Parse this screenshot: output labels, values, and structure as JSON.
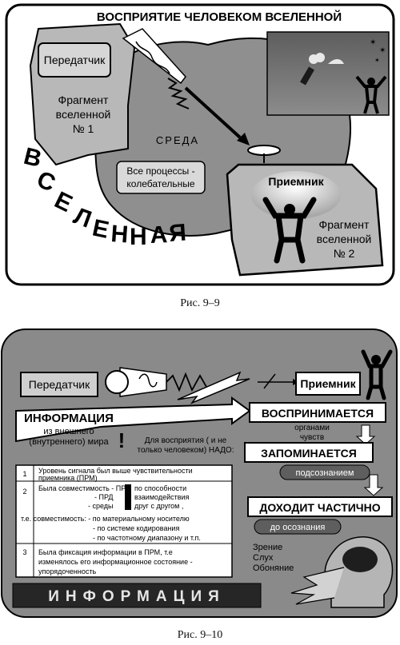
{
  "figure1": {
    "title": "ВОСПРИЯТИЕ ЧЕЛОВЕКОМ ВСЕЛЕННОЙ",
    "transmitter": "Передатчик",
    "fragment1": [
      "Фрагмент",
      "вселенной",
      "№ 1"
    ],
    "medium": "СРЕДА",
    "processes": [
      "Все процессы -",
      "колебательные"
    ],
    "receiver": "Приемник",
    "fragment2": [
      "Фрагмент",
      "вселенной",
      "№ 2"
    ],
    "universe": [
      "В",
      "С",
      "Е",
      "Л",
      "Е",
      "Н",
      "Н",
      "А",
      "Я"
    ],
    "caption": "Рис. 9–9"
  },
  "figure2": {
    "transmitter": "Передатчик",
    "receiver": "Приемник",
    "info_title": "ИНФОРМАЦИЯ",
    "info_sub": [
      "из внешнего",
      "(внутреннего) мира"
    ],
    "perceived": "ВОСПРИНИМАЕТСЯ",
    "organs": [
      "органами",
      "чувств"
    ],
    "needed": [
      "Для восприятия ( и не",
      "только человеком) НАДО:"
    ],
    "remembered": "ЗАПОМИНАЕТСЯ",
    "subconscious": "подсознанием",
    "partial": "ДОХОДИТ ЧАСТИЧНО",
    "awareness": "до осознания",
    "senses": [
      "Зрение",
      "Слух",
      "Обоняние"
    ],
    "table": {
      "row1": {
        "num": "1",
        "text": [
          "Уровень сигнала был выше чувствительности",
          "приемника  (ПРМ)"
        ]
      },
      "row2": {
        "num": "2",
        "left": [
          "Была совместимость - ПРМ",
          "- ПРД",
          "- среды"
        ],
        "right": [
          "по способности",
          "взаимодействия",
          "друг с другом ,"
        ],
        "lines": [
          "т.е. совместимость: - по материальному носителю",
          "- по системе кодирования",
          "- по частотному диапазону и т.п."
        ]
      },
      "row3": {
        "num": "3",
        "text": [
          "Была фиксация информации в ПРМ, т.е",
          "изменялось его информационное состояние -",
          "упорядоченность"
        ]
      }
    },
    "banner": "ИНФОРМАЦИЯ",
    "caption": "Рис. 9–10"
  }
}
